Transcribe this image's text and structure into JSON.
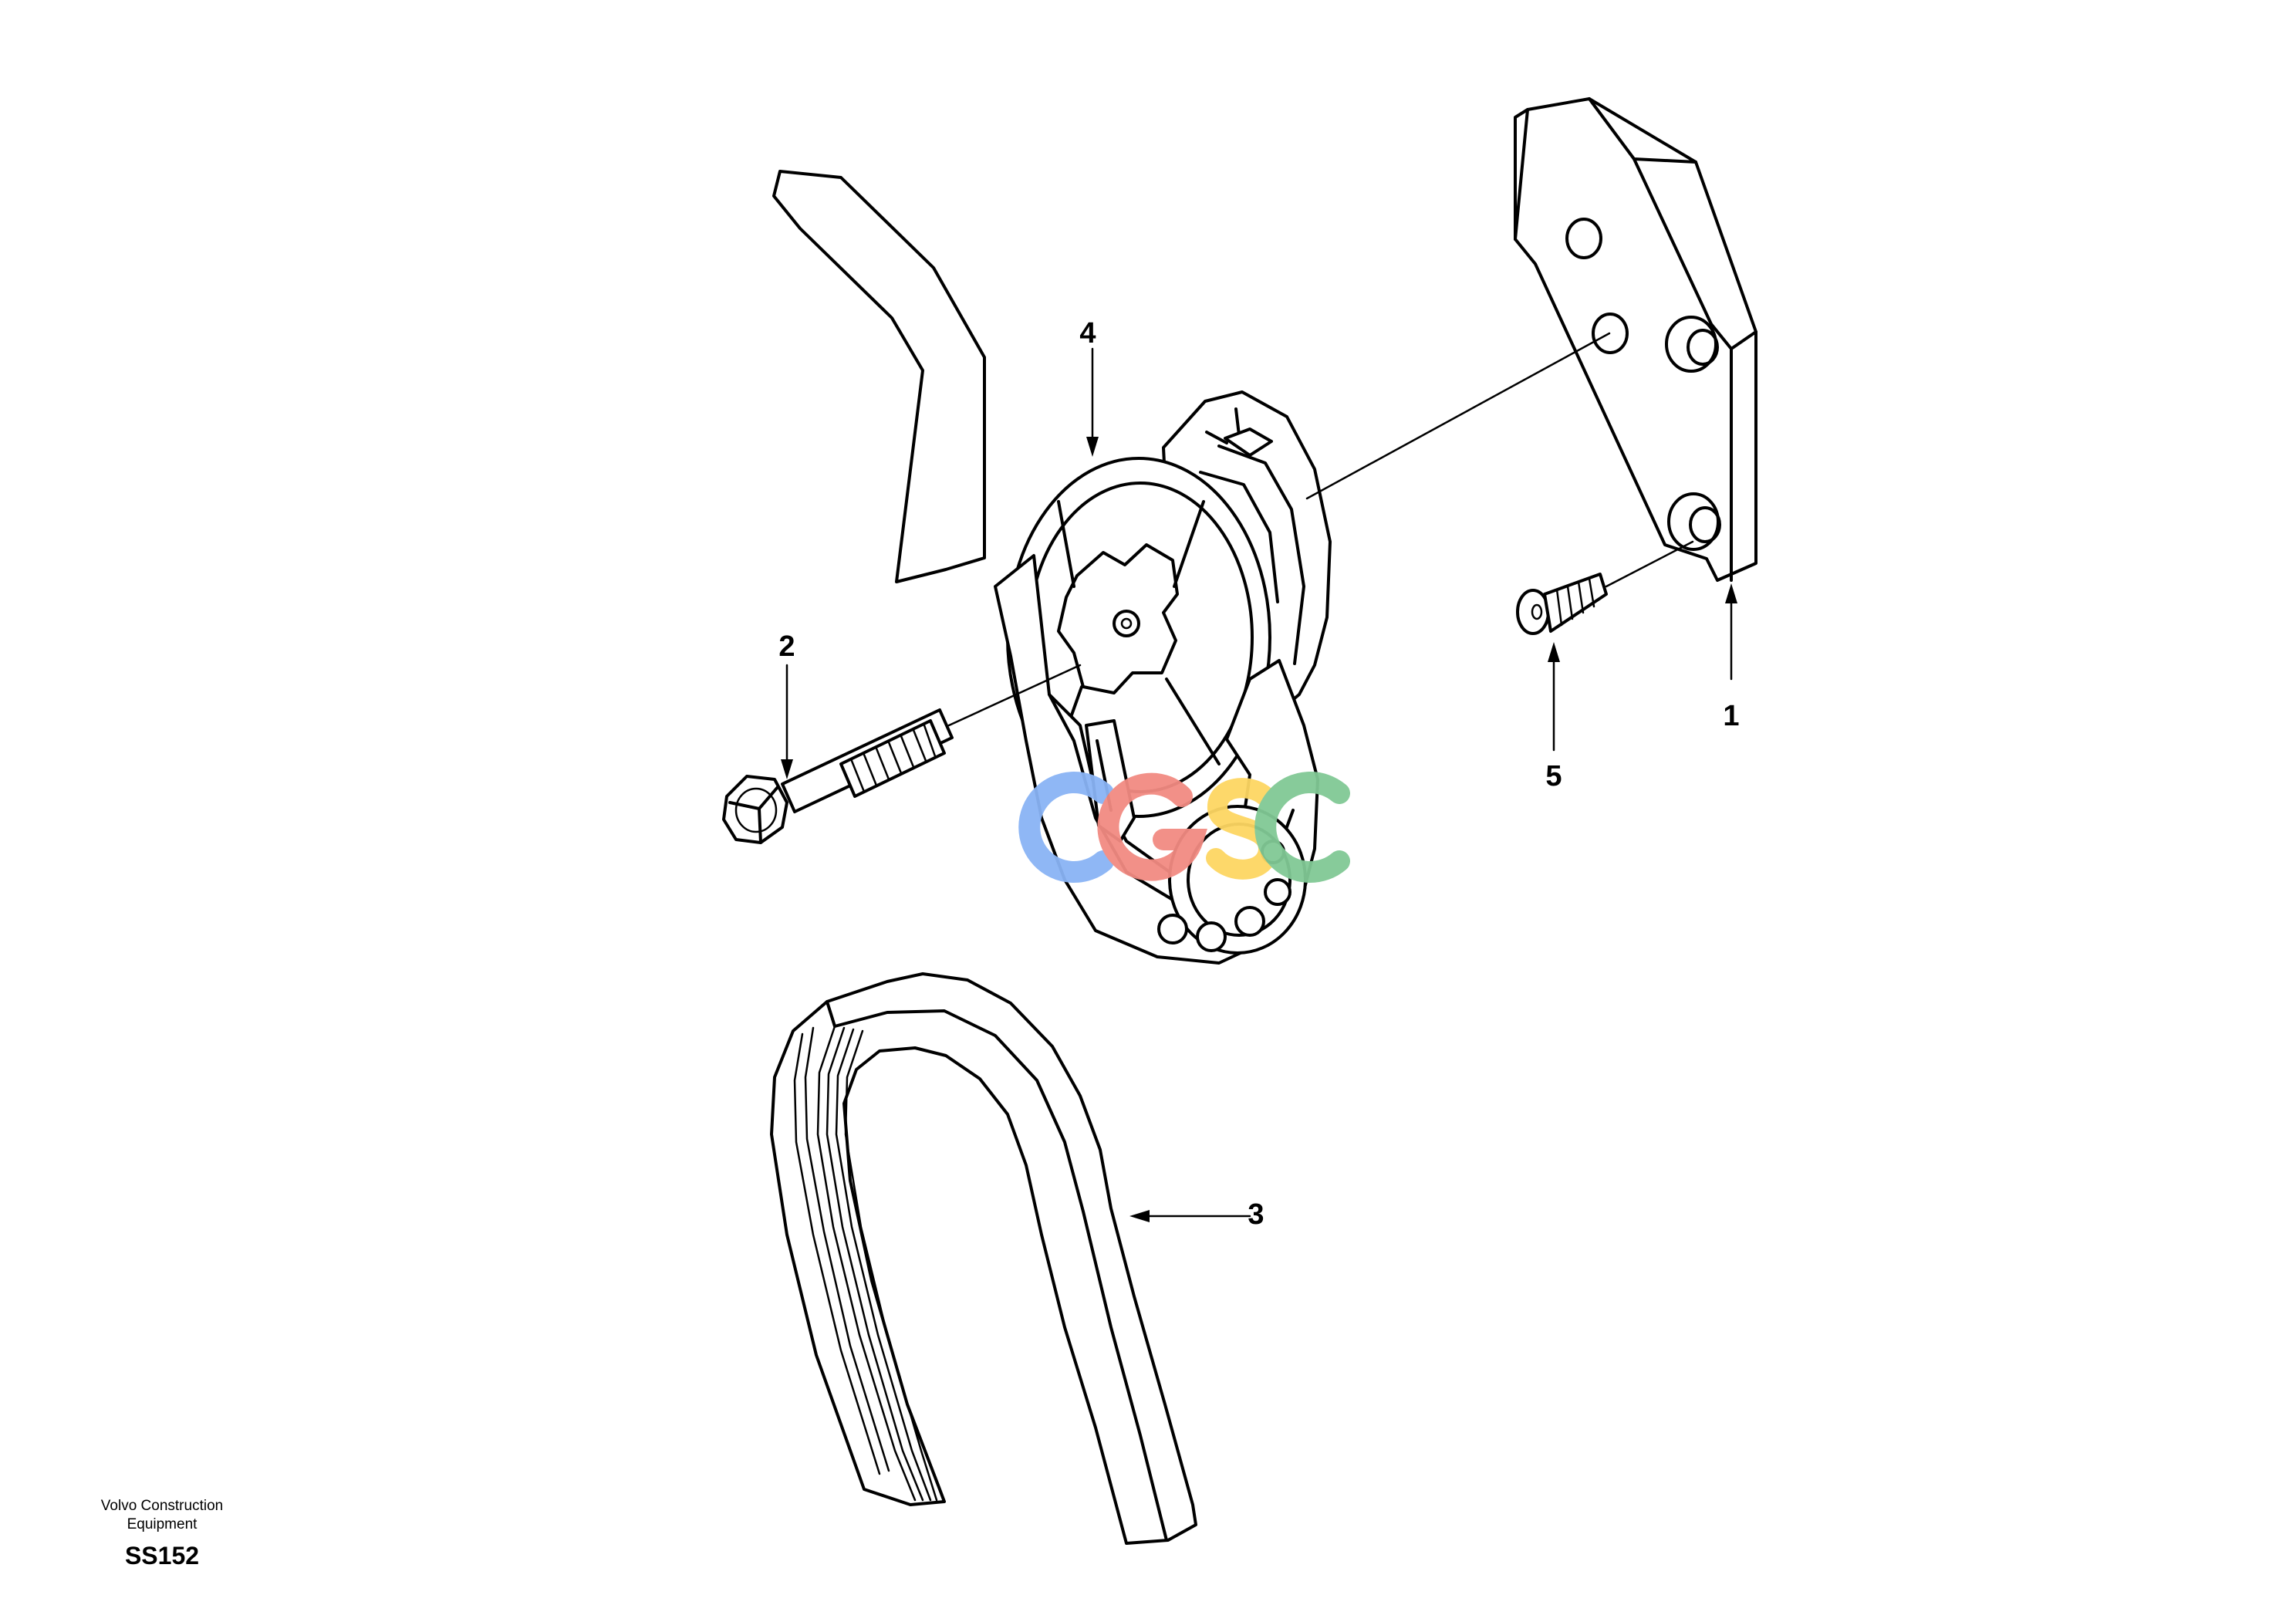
{
  "callouts": [
    "1",
    "2",
    "3",
    "4",
    "5"
  ],
  "watermark": {
    "letters": [
      "C",
      "G",
      "S",
      "C"
    ],
    "colors": [
      "#8ab4f5",
      "#f28b82",
      "#fdd663",
      "#81c995"
    ]
  },
  "footer": {
    "line1": "Volvo Construction",
    "line2": "Equipment",
    "code": "SS152"
  }
}
